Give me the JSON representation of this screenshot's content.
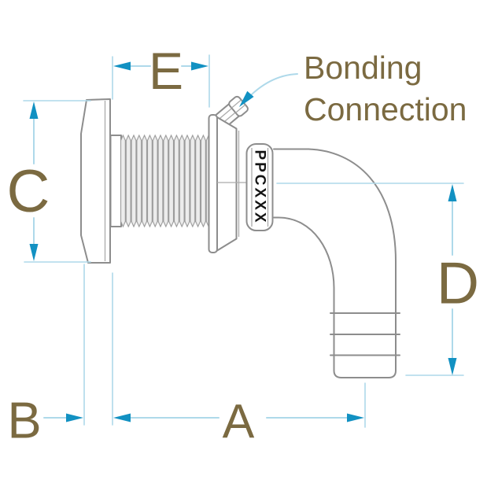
{
  "diagram": {
    "type": "technical-dimension-drawing",
    "subject": "90-degree thru-hull hose elbow fitting, side view",
    "labels": {
      "dim_a": "A",
      "dim_b": "B",
      "dim_c": "C",
      "dim_d": "D",
      "dim_e": "E",
      "bonding_connection": "Bonding\nConnection",
      "part_marking": "PPCXXX"
    },
    "dimensions_meaning": {
      "A": "horizontal: mounting face to outlet centerline",
      "B": "horizontal: flange face to mounting face",
      "C": "vertical: flange diameter",
      "D": "vertical: pipe centerline to outlet end",
      "E": "horizontal: threaded length"
    }
  },
  "colors": {
    "background": "#ffffff",
    "dimension_line": "#aed9ea",
    "arrow": "#1291c2",
    "label": "#7b6a41",
    "drawing_line": "#8d8d8d",
    "drawing_line_light": "#ababab",
    "marking_text": "#141414"
  }
}
